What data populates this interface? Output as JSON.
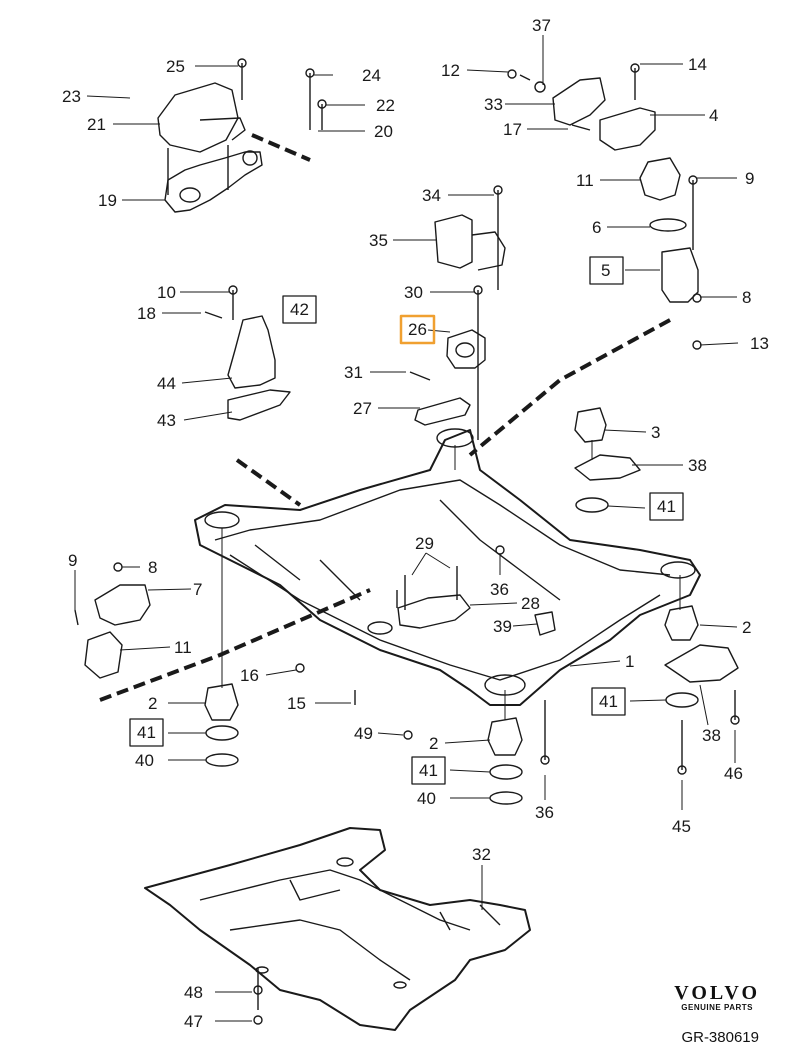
{
  "diagram": {
    "reference": "GR-380619",
    "brand": {
      "logo": "VOLVO",
      "subtitle": "GENUINE PARTS"
    },
    "highlight_color": "#f0a030",
    "highlighted_label": "26",
    "callouts": [
      "37",
      "25",
      "24",
      "14",
      "23",
      "12",
      "22",
      "33",
      "4",
      "21",
      "20",
      "17",
      "11",
      "9",
      "19",
      "34",
      "6",
      "35",
      "5",
      "8",
      "10",
      "30",
      "42",
      "18",
      "26",
      "13",
      "44",
      "31",
      "27",
      "3",
      "43",
      "38",
      "41",
      "9",
      "8",
      "29",
      "7",
      "36",
      "28",
      "39",
      "2",
      "11",
      "1",
      "16",
      "15",
      "2",
      "41",
      "49",
      "2",
      "41",
      "40",
      "40",
      "36",
      "38",
      "46",
      "45",
      "32",
      "48",
      "47"
    ]
  }
}
